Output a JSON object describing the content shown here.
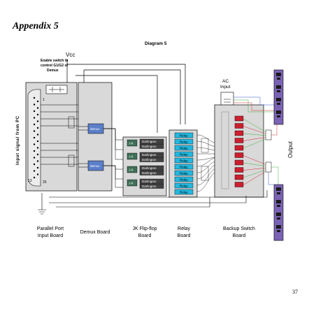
{
  "page": {
    "heading": "Appendix 5",
    "page_number": "37"
  },
  "diagram": {
    "title": "Diagram 5",
    "vcc_label": "Vcc",
    "enable_note": [
      "Enable switch to",
      "control G1/G2 of",
      "Demux"
    ],
    "side_label": "Input signal from PC",
    "pin_1": "1",
    "pin_13": "13",
    "pin_25": "25",
    "demux_chip": "demux",
    "jk_chip": "J-K",
    "darlington_chip": "Darlington",
    "relay_chip": "Relay",
    "ac_input": [
      "AC",
      "Input"
    ],
    "output_label": "Output",
    "captions": {
      "parallel_port": [
        "Parallel Port",
        "Input Board"
      ],
      "demux": [
        "Demux Board"
      ],
      "jk": [
        "JK Flip-flop",
        "Board"
      ],
      "relay": [
        "Relay",
        "Board"
      ],
      "backup": [
        "Backup Switch",
        "Board"
      ]
    },
    "colors": {
      "board_fill": "#d9d9d9",
      "demux_chip": "#5b7ec8",
      "jk_chip": "#3f6f56",
      "darlington_chip": "#404040",
      "relay_chip": "#22b8e0",
      "backup_switch": "#cc1f2f",
      "outlet_strip": "#7a63b4",
      "outlet_socket": "#1a1a1a",
      "wire_green": "#3fae3a",
      "wire_red": "#d42a2a",
      "wire_blue": "#3355cc"
    }
  }
}
